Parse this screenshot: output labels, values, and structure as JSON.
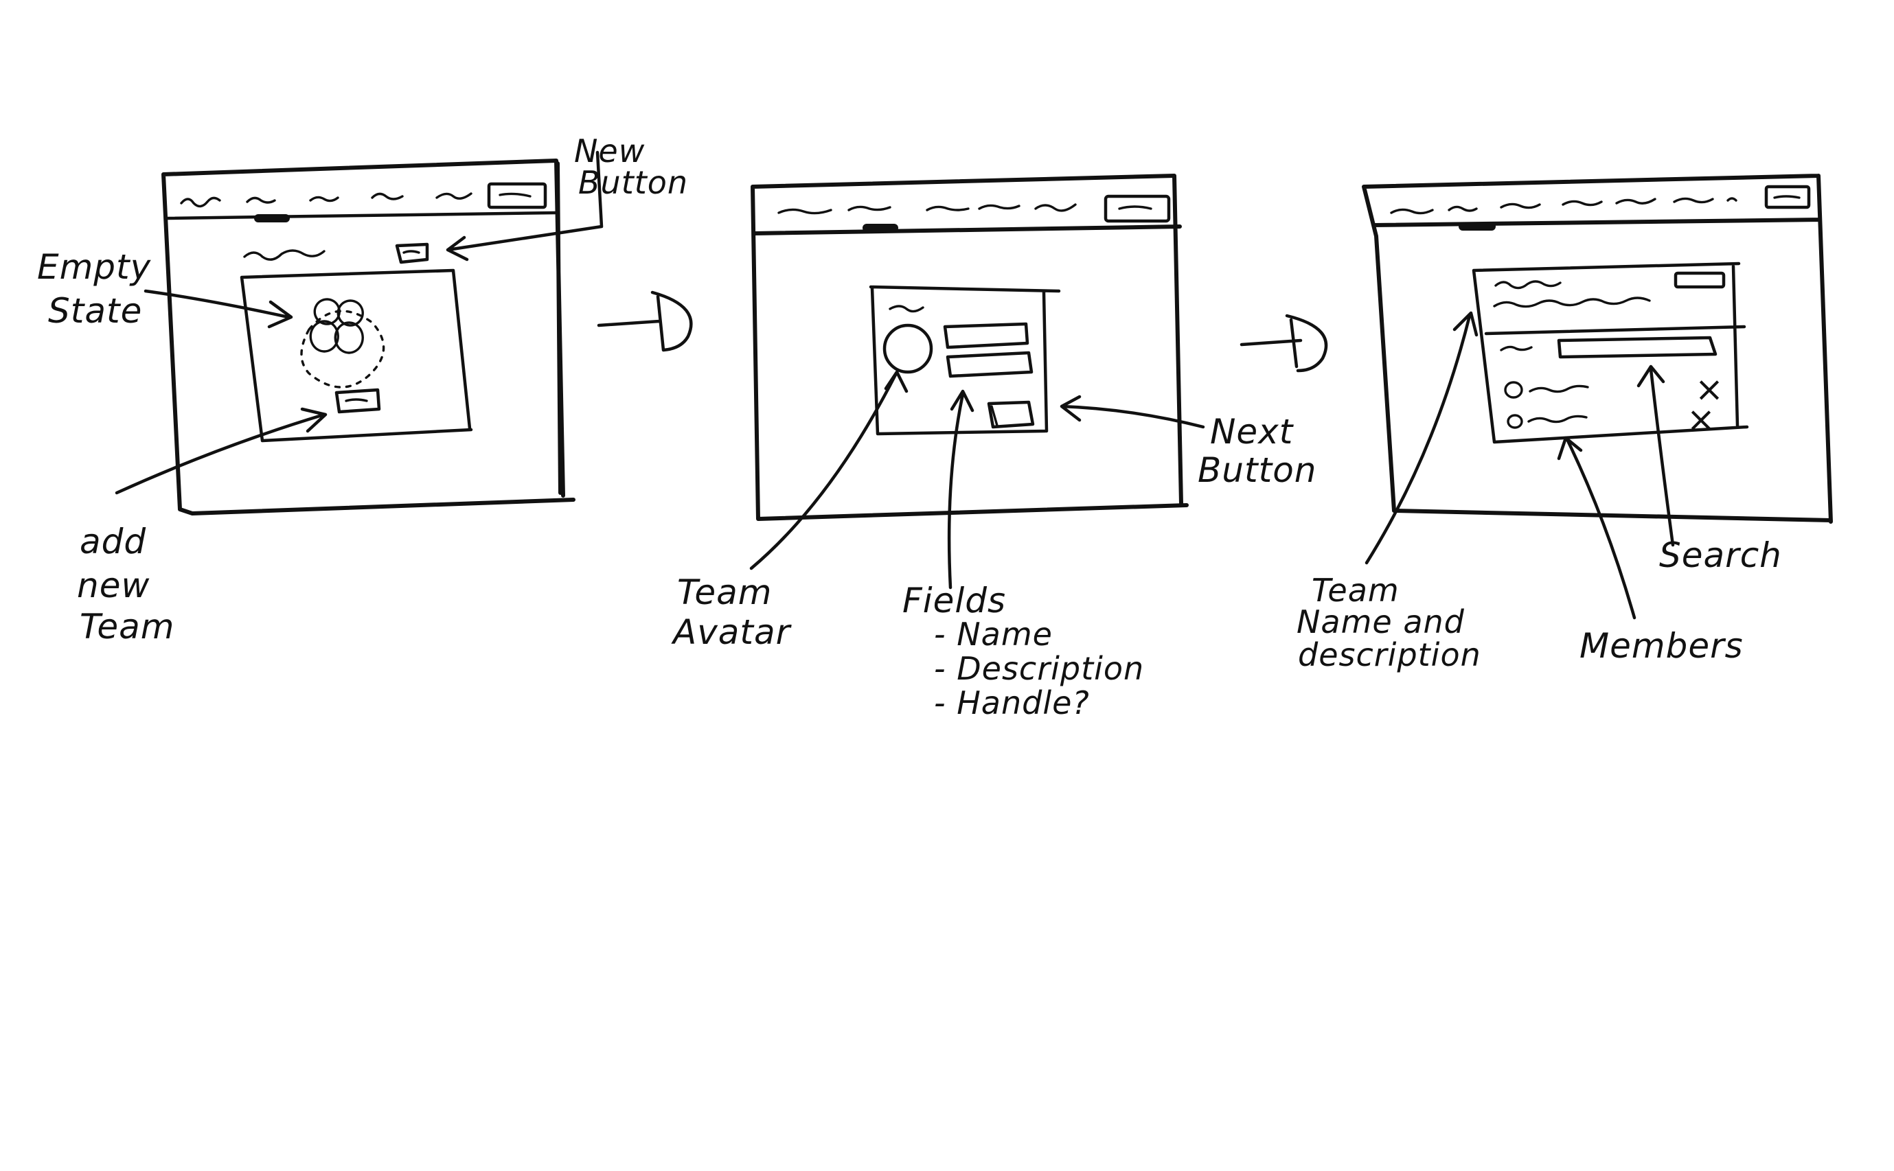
{
  "annotations": {
    "new_button": [
      "New",
      "Button"
    ],
    "empty_state": [
      "Empty",
      "State"
    ],
    "add_new_team": [
      "add",
      "new",
      "Team"
    ],
    "team_avatar": [
      "Team",
      "Avatar"
    ],
    "fields": [
      "Fields",
      "- Name",
      "- Description",
      "- Handle?"
    ],
    "next_button": [
      "Next",
      "Button"
    ],
    "team_name_and_description": [
      "Team",
      "Name and",
      "description"
    ],
    "search": "Search",
    "members": "Members"
  },
  "screens": [
    {
      "id": "empty-state-screen"
    },
    {
      "id": "new-team-form-screen"
    },
    {
      "id": "team-detail-screen"
    }
  ],
  "member_rows": [
    {
      "remove_glyph": "×"
    },
    {
      "remove_glyph": "×"
    }
  ],
  "colors": {
    "ink": "#111111",
    "paper": "#ffffff"
  }
}
